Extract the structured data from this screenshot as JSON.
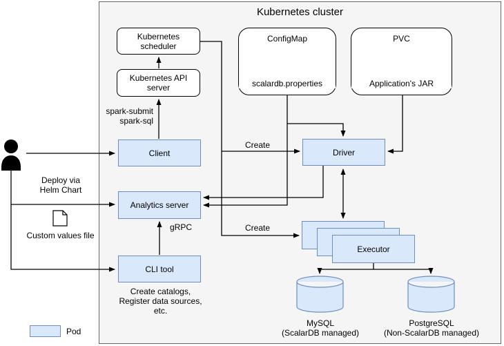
{
  "title": "Kubernetes cluster",
  "colors": {
    "pod_fill": "#dae8fc",
    "pod_stroke": "#6c8ebf",
    "cluster_fill": "#f5f5f5",
    "cluster_stroke": "#666666",
    "plain_node_fill": "#ffffff",
    "line_color": "#000000"
  },
  "nodes": {
    "scheduler": "Kubernetes scheduler",
    "api_server": "Kubernetes API server",
    "configmap_title": "ConfigMap",
    "configmap_file": "scalardb.properties",
    "pvc_title": "PVC",
    "pvc_file": "Application's JAR",
    "client": "Client",
    "driver": "Driver",
    "analytics_server": "Analytics server",
    "cli_tool": "CLI tool",
    "executor": "Executor",
    "mysql": "MySQL",
    "mysql_sub": "(ScalarDB managed)",
    "postgresql": "PostgreSQL",
    "postgresql_sub": "(Non-ScalarDB managed)"
  },
  "edge_labels": {
    "spark_line1": "spark-submit",
    "spark_line2": "spark-sql",
    "create_driver": "Create",
    "create_executor": "Create",
    "grpc": "gRPC",
    "deploy_line1": "Deploy via",
    "deploy_line2": "Helm Chart",
    "custom_values_file": "Custom values file",
    "cli_note_line1": "Create catalogs,",
    "cli_note_line2": "Register data sources,",
    "cli_note_line3": "etc."
  },
  "legend": {
    "pod": "Pod"
  }
}
